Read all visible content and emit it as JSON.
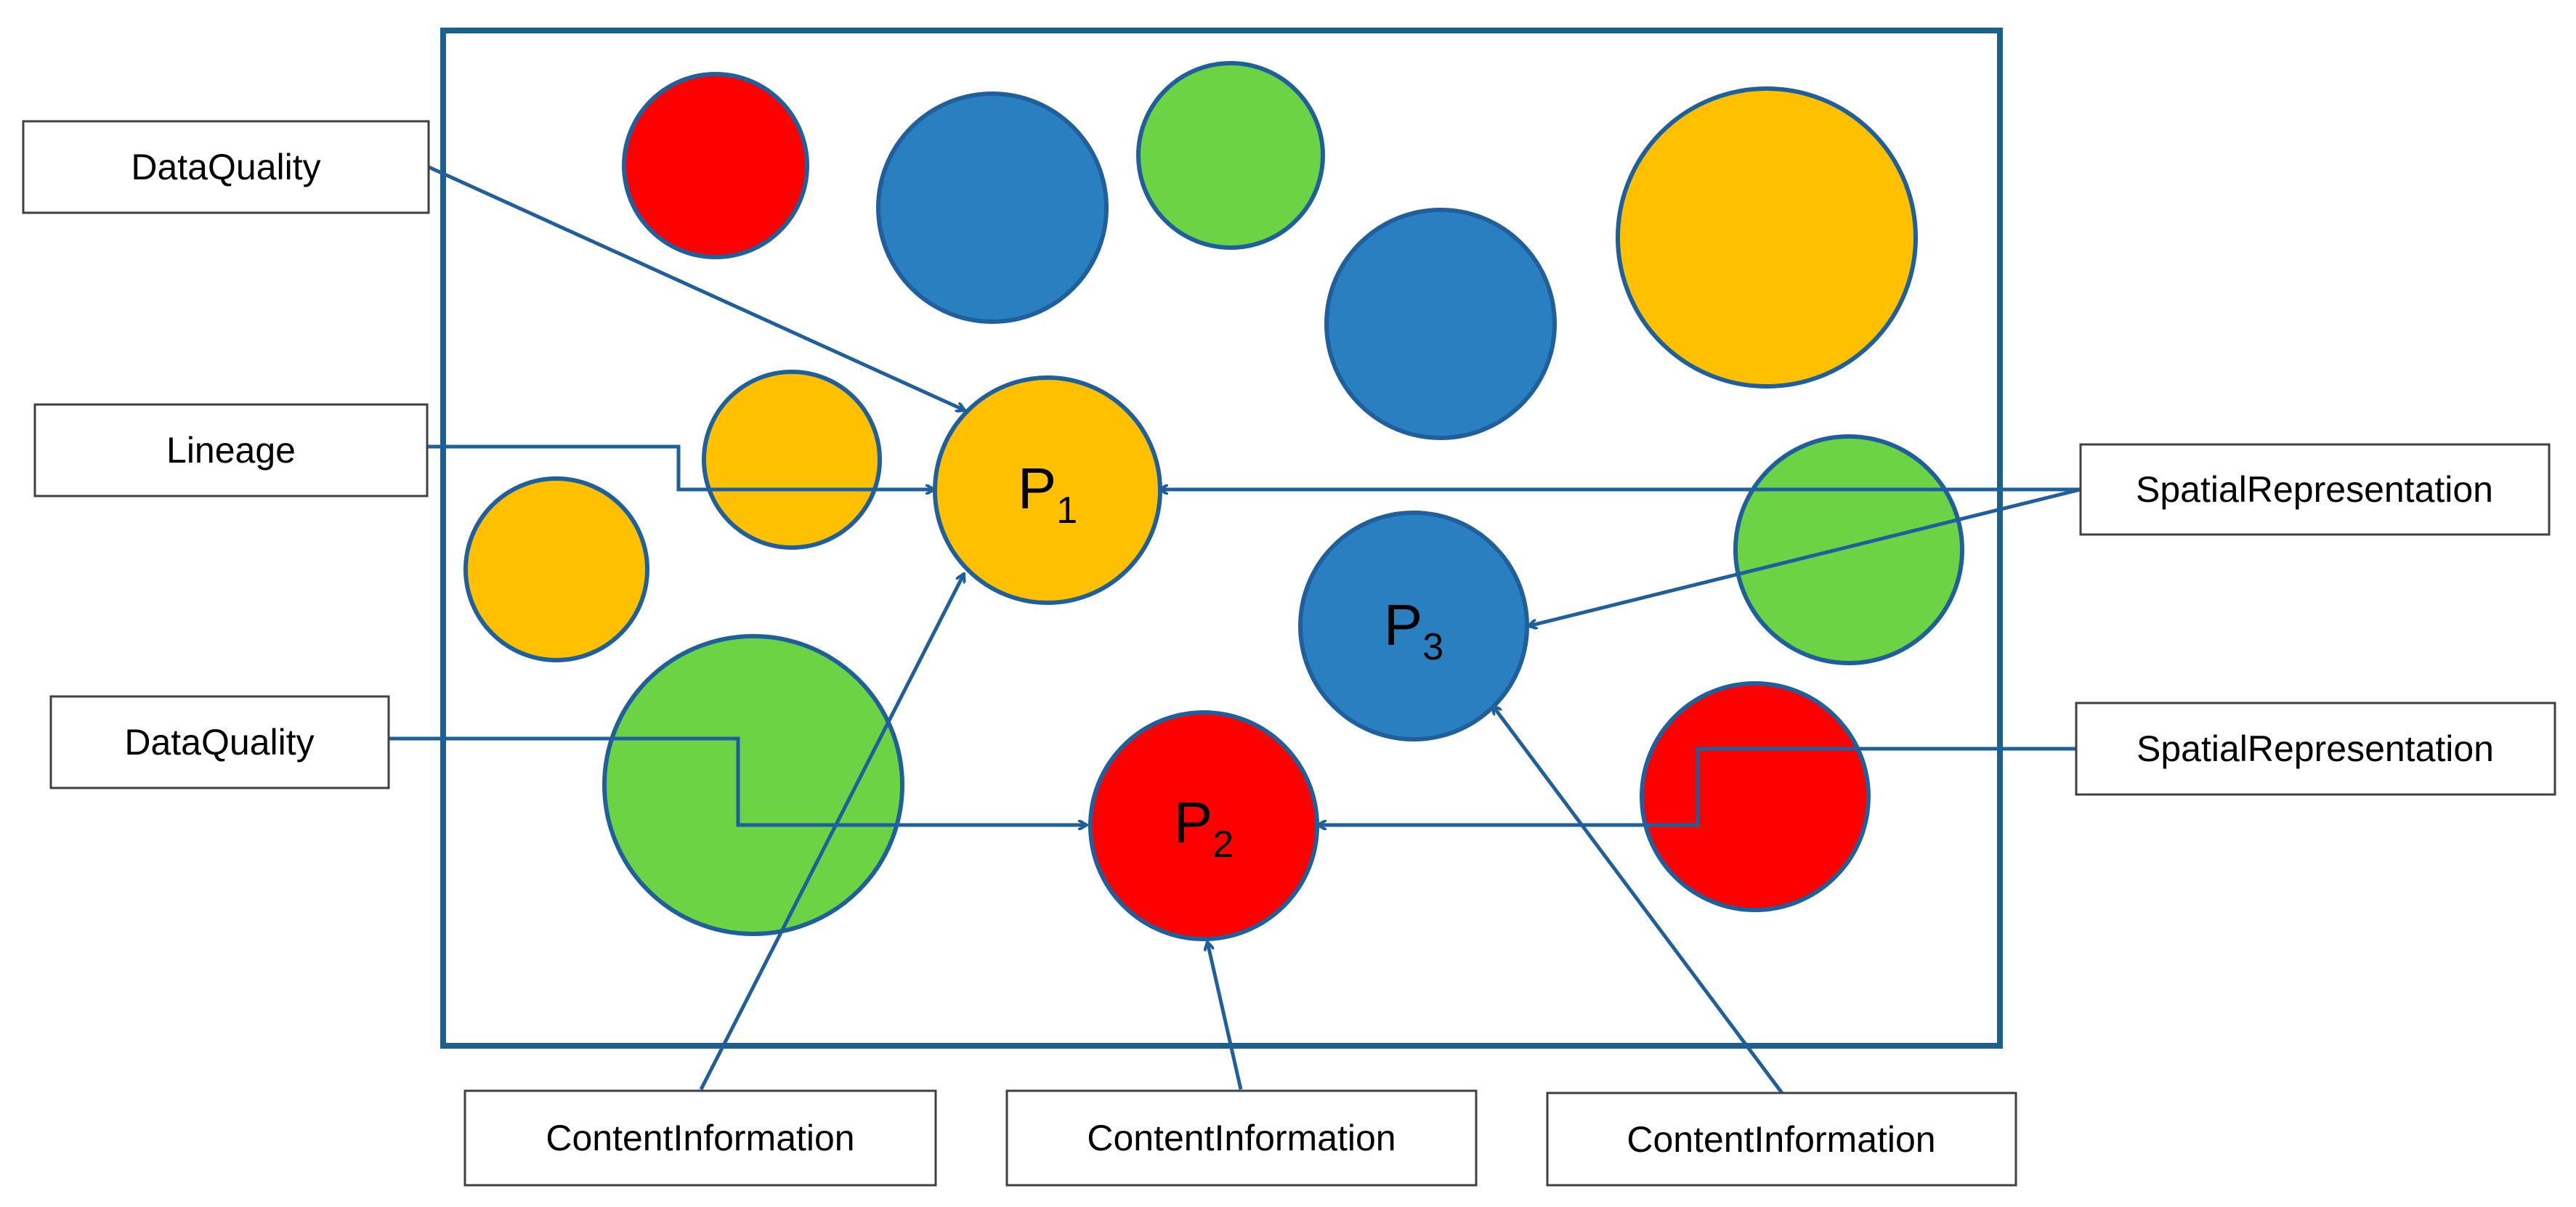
{
  "colors": {
    "frame": "#1f5f8b",
    "border": "#1f5f9b",
    "red": "#ff0000",
    "blue": "#2a7fc0",
    "green": "#6cd344",
    "yellow": "#ffc000"
  },
  "boxes": [
    {
      "id": "dataquality-top",
      "text": "DataQuality"
    },
    {
      "id": "lineage",
      "text": "Lineage"
    },
    {
      "id": "dataquality-bottom",
      "text": "DataQuality"
    },
    {
      "id": "spatial-top",
      "text": "SpatialRepresentation"
    },
    {
      "id": "spatial-bottom",
      "text": "SpatialRepresentation"
    },
    {
      "id": "content-1",
      "text": "ContentInformation"
    },
    {
      "id": "content-2",
      "text": "ContentInformation"
    },
    {
      "id": "content-3",
      "text": "ContentInformation"
    }
  ],
  "points": [
    {
      "id": "p1",
      "letter": "P",
      "sub": "1"
    },
    {
      "id": "p2",
      "letter": "P",
      "sub": "2"
    },
    {
      "id": "p3",
      "letter": "P",
      "sub": "3"
    }
  ]
}
